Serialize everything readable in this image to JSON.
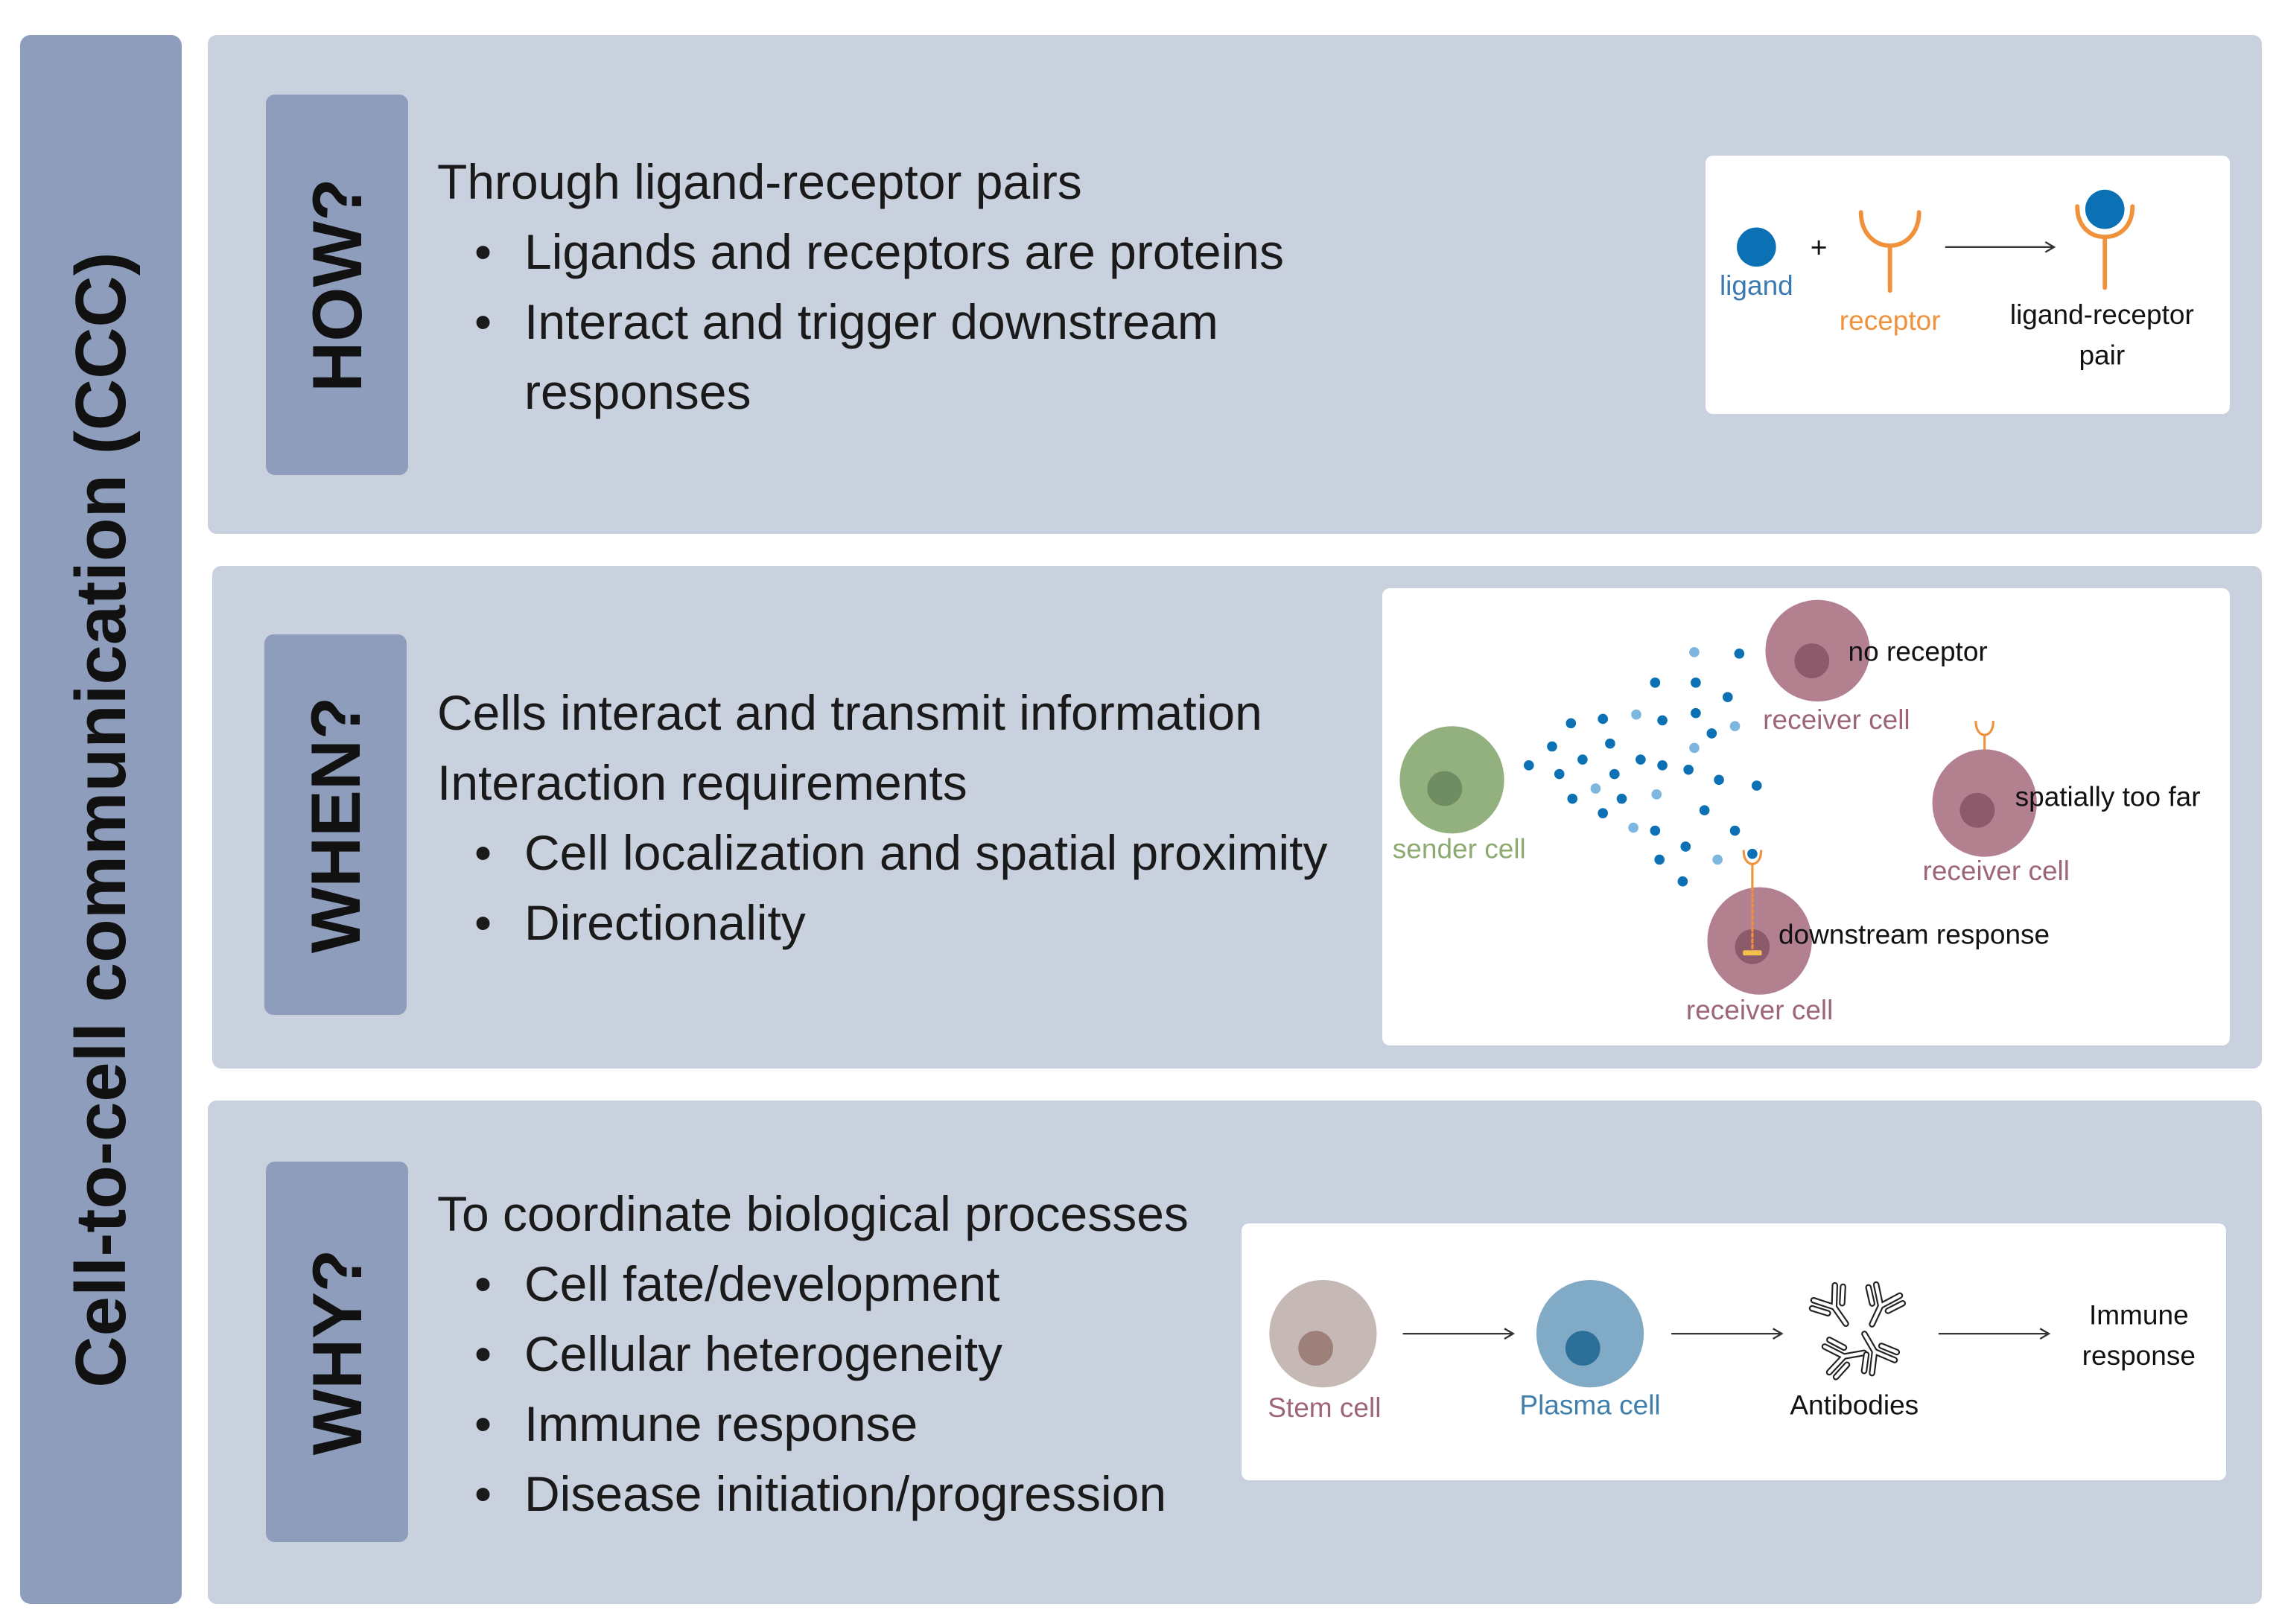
{
  "title": "Cell-to-cell communication (CCC)",
  "sections": [
    {
      "label": "HOW?",
      "lines": [
        "Through ligand-receptor pairs"
      ],
      "bullets": [
        "Ligands and receptors are proteins",
        "Interact and trigger downstream responses"
      ],
      "diagram": {
        "ligand_label": "ligand",
        "plus": "+",
        "receptor_label": "receptor",
        "pair_label": [
          "ligand-receptor",
          "pair"
        ]
      }
    },
    {
      "label": "WHEN?",
      "lines": [
        "Cells interact and transmit information",
        "Interaction requirements"
      ],
      "bullets": [
        "Cell localization and spatial proximity",
        "Directionality"
      ],
      "diagram": {
        "sender_label": "sender cell",
        "receivers": [
          {
            "label": "receiver cell",
            "note": "no receptor"
          },
          {
            "label": "receiver cell",
            "note": "spatially too far"
          },
          {
            "label": "receiver cell",
            "note": "downstream response"
          }
        ]
      }
    },
    {
      "label": "WHY?",
      "lines": [
        "To coordinate biological processes"
      ],
      "bullets": [
        "Cell fate/development",
        "Cellular heterogeneity",
        "Immune response",
        "Disease initiation/progression"
      ],
      "diagram": {
        "stem_label": "Stem cell",
        "plasma_label": "Plasma cell",
        "antibodies_label": "Antibodies",
        "outcome_label": [
          "Immune",
          "response"
        ]
      }
    }
  ],
  "colors": {
    "panel_bg": "#c9d1df",
    "accent_bg": "#8e9dbc",
    "text": "#1a1a1a",
    "ligand": "#0b71b4",
    "ligand_light": "#7db6de",
    "receptor": "#f0923b",
    "sender_cell": "#93b17e",
    "sender_nucleus": "#708c63",
    "receiver_cell": "#b3808f",
    "receiver_nucleus": "#8b5b6c",
    "stem_cell": "#c6b9b5",
    "stem_nucleus": "#9d807a",
    "plasma_cell": "#80aac6",
    "plasma_nucleus": "#2c6f98",
    "response_marker": "#f2c04b",
    "ligand_text": "#3b79b0",
    "sender_text": "#8daa72",
    "receiver_text": "#9d6579",
    "plasma_text": "#3f7fae"
  }
}
